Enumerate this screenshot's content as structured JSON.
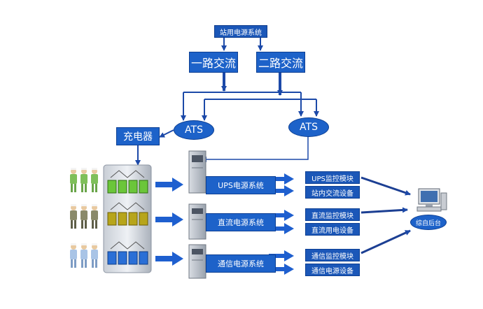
{
  "title": "站用电源系统",
  "ac_inputs": [
    "一路交流",
    "二路交流"
  ],
  "ats": [
    "ATS",
    "ATS"
  ],
  "charger": "充电器",
  "systems": [
    {
      "name": "UPS电源系统",
      "outputs": [
        "UPS监控模块",
        "站内交流设备"
      ]
    },
    {
      "name": "直流电源系统",
      "outputs": [
        "直流监控模块",
        "直流用电设备"
      ]
    },
    {
      "name": "通信电源系统",
      "outputs": [
        "通信监控模块",
        "通信电源设备"
      ]
    }
  ],
  "backend": "综自后台",
  "colors": {
    "box": "#1d62c9",
    "line": "#1c49a8",
    "battery_ups": "#6bc63a",
    "battery_dc": "#b7a51b",
    "battery_comm": "#2a6fd6",
    "worker_ups": "#7fbf5a",
    "worker_dc": "#8a8a6a",
    "worker_comm": "#a9c4e6"
  }
}
